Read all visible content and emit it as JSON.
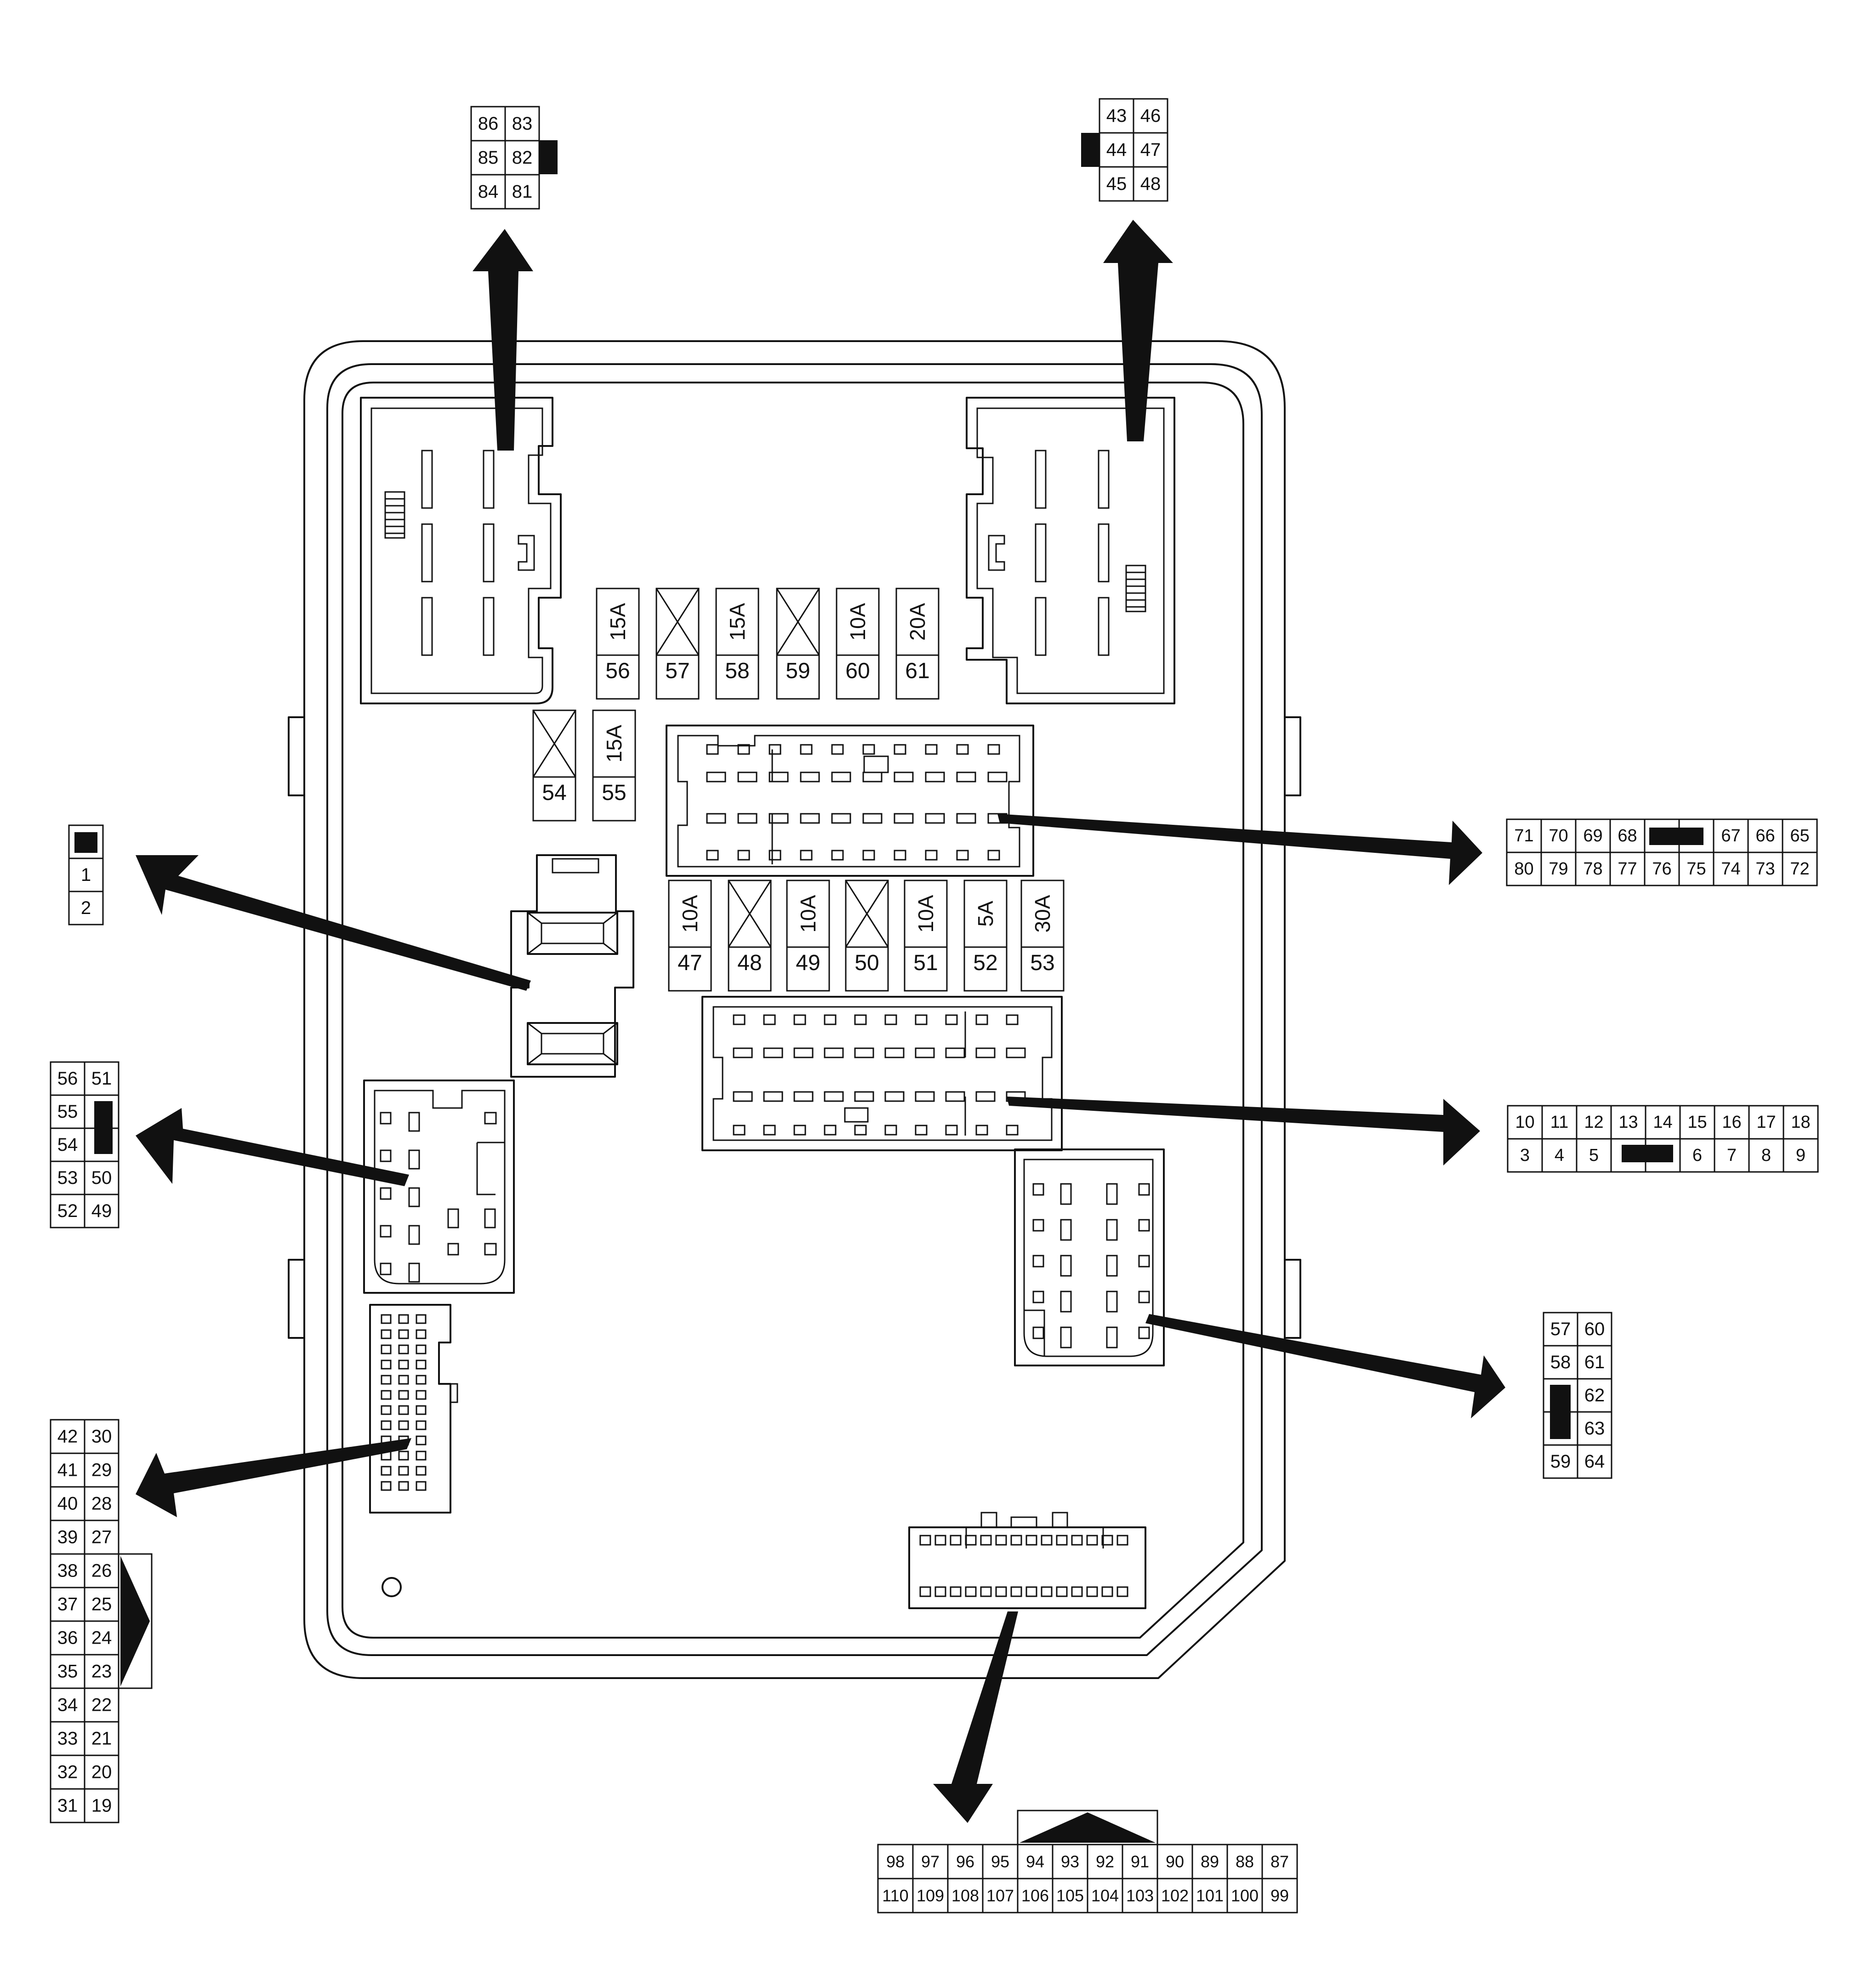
{
  "fuses": [
    {
      "id": "56",
      "rating": "15A"
    },
    {
      "id": "57",
      "rating": ""
    },
    {
      "id": "58",
      "rating": "15A"
    },
    {
      "id": "59",
      "rating": ""
    },
    {
      "id": "60",
      "rating": "10A"
    },
    {
      "id": "61",
      "rating": "20A"
    },
    {
      "id": "54",
      "rating": ""
    },
    {
      "id": "55",
      "rating": "15A"
    },
    {
      "id": "47",
      "rating": "10A"
    },
    {
      "id": "48",
      "rating": ""
    },
    {
      "id": "49",
      "rating": "10A"
    },
    {
      "id": "50",
      "rating": ""
    },
    {
      "id": "51",
      "rating": "10A"
    },
    {
      "id": "52",
      "rating": "5A"
    },
    {
      "id": "53",
      "rating": "30A"
    }
  ],
  "connectors": [
    {
      "id": "top-left",
      "rows": [
        [
          "86",
          "83"
        ],
        [
          "85",
          "82"
        ],
        [
          "84",
          "81"
        ]
      ]
    },
    {
      "id": "top-right",
      "rows": [
        [
          "43",
          "46"
        ],
        [
          "44",
          "47"
        ],
        [
          "45",
          "48"
        ]
      ]
    },
    {
      "id": "two-pin",
      "rows": [
        [
          ""
        ],
        [
          "1"
        ],
        [
          "2"
        ]
      ]
    },
    {
      "id": "left-mid",
      "rows": [
        [
          "56",
          "51"
        ],
        [
          "55",
          ""
        ],
        [
          "54",
          ""
        ],
        [
          "53",
          "50"
        ],
        [
          "52",
          "49"
        ]
      ]
    },
    {
      "id": "left-long",
      "rows": [
        [
          "42",
          "30"
        ],
        [
          "41",
          "29"
        ],
        [
          "40",
          "28"
        ],
        [
          "39",
          "27"
        ],
        [
          "38",
          "26"
        ],
        [
          "37",
          "25"
        ],
        [
          "36",
          "24"
        ],
        [
          "35",
          "23"
        ],
        [
          "34",
          "22"
        ],
        [
          "33",
          "21"
        ],
        [
          "32",
          "20"
        ],
        [
          "31",
          "19"
        ]
      ]
    },
    {
      "id": "right-upper",
      "rows": [
        [
          "71",
          "70",
          "69",
          "68",
          "",
          "",
          "67",
          "66",
          "65"
        ],
        [
          "80",
          "79",
          "78",
          "77",
          "76",
          "75",
          "74",
          "73",
          "72"
        ]
      ]
    },
    {
      "id": "right-middle",
      "rows": [
        [
          "10",
          "11",
          "12",
          "13",
          "14",
          "15",
          "16",
          "17",
          "18"
        ],
        [
          "3",
          "4",
          "5",
          "",
          "",
          "6",
          "7",
          "8",
          "9"
        ]
      ]
    },
    {
      "id": "right-lower",
      "rows": [
        [
          "57",
          "60"
        ],
        [
          "58",
          "61"
        ],
        [
          "",
          "62"
        ],
        [
          "",
          "63"
        ],
        [
          "59",
          "64"
        ]
      ]
    },
    {
      "id": "bottom",
      "rows": [
        [
          "98",
          "97",
          "96",
          "95",
          "94",
          "93",
          "92",
          "91",
          "90",
          "89",
          "88",
          "87"
        ],
        [
          "110",
          "109",
          "108",
          "107",
          "106",
          "105",
          "104",
          "103",
          "102",
          "101",
          "100",
          "99"
        ]
      ]
    }
  ]
}
